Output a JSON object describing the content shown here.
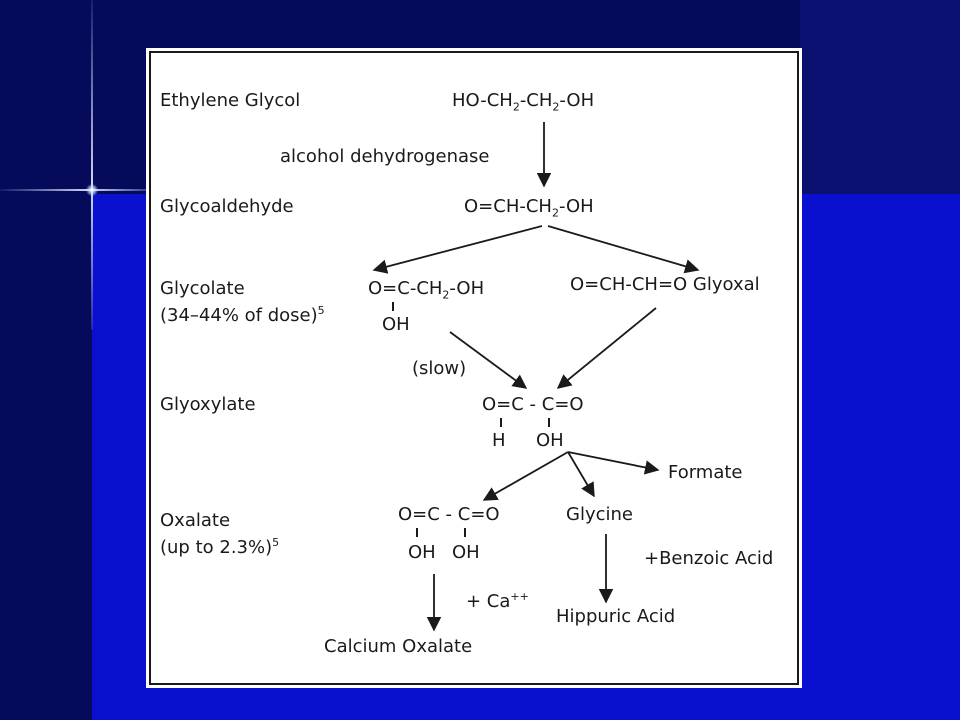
{
  "labels": {
    "ethylene_glycol": "Ethylene Glycol",
    "alcohol_dehydrogenase": "alcohol dehydrogenase",
    "glycoaldehyde": "Glycoaldehyde",
    "glycolate": "Glycolate",
    "glycolate_dose": "(34–44% of dose)",
    "glycolate_dose_ref": "5",
    "glyoxylate": "Glyoxylate",
    "oxalate": "Oxalate",
    "oxalate_dose": "(up to 2.3%)",
    "oxalate_dose_ref": "5",
    "slow": "(slow)"
  },
  "formulas": {
    "ethylene_glycol": {
      "a": "HO-CH",
      "s1": "2",
      "b": "-CH",
      "s2": "2",
      "c": "-OH"
    },
    "glycoaldehyde": {
      "a": "O=CH-CH",
      "s1": "2",
      "b": "-OH"
    },
    "glycolate": {
      "a": "O=C-CH",
      "s1": "2",
      "b": "-OH",
      "sub": "OH"
    },
    "glyoxal": "O=CH-CH=O Glyoxal",
    "glyoxylate": {
      "main": "O=C  -  C=O",
      "sub_h": "H",
      "sub_oh": "OH"
    },
    "oxalate": {
      "main": "O=C  -  C=O",
      "sub_oh1": "OH",
      "sub_oh2": "OH"
    }
  },
  "products": {
    "formate": "Formate",
    "glycine": "Glycine",
    "benzoic_acid": "+Benzoic Acid",
    "hippuric_acid": "Hippuric Acid",
    "calcium": "+ Ca",
    "calcium_charge": "++",
    "calcium_oxalate": "Calcium Oxalate"
  }
}
